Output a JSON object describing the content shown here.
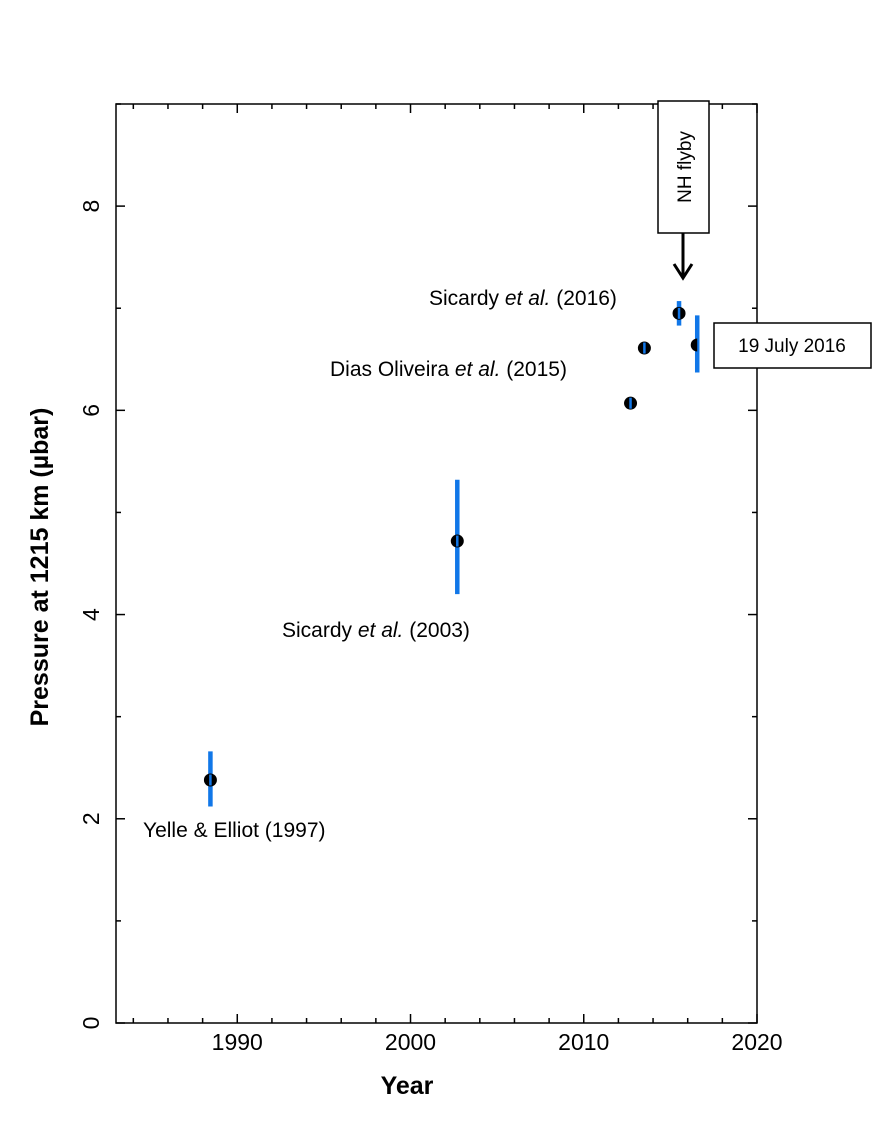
{
  "chart_data": {
    "type": "scatter",
    "xlabel": "Year",
    "ylabel": "Pressure at 1215 km (µbar)",
    "xlim": [
      1983,
      2020
    ],
    "ylim": [
      0,
      9
    ],
    "xticks": [
      1990,
      2000,
      2010,
      2020
    ],
    "yticks": [
      0,
      2,
      4,
      6,
      8
    ],
    "xtick_labels": [
      "1990",
      "2000",
      "2010",
      "2020"
    ],
    "ytick_labels": [
      "0",
      "2",
      "4",
      "6",
      "8"
    ],
    "grid": false,
    "colors": {
      "marker": "#000000",
      "error_bar": "#1177e8",
      "axis": "#000000"
    },
    "points": [
      {
        "x": 1988.45,
        "y": 2.38,
        "err_low": 0.26,
        "err_high": 0.28
      },
      {
        "x": 2002.7,
        "y": 4.72,
        "err_low": 0.52,
        "err_high": 0.6
      },
      {
        "x": 2012.7,
        "y": 6.07,
        "err_low": 0.04,
        "err_high": 0.04
      },
      {
        "x": 2013.5,
        "y": 6.61,
        "err_low": 0.03,
        "err_high": 0.03
      },
      {
        "x": 2015.5,
        "y": 6.95,
        "err_low": 0.12,
        "err_high": 0.12
      },
      {
        "x": 2016.55,
        "y": 6.64,
        "err_low": 0.27,
        "err_high": 0.29,
        "marker": "half"
      }
    ],
    "annotations": [
      {
        "id": "yelle",
        "pre": "Yelle & Elliot (1997)",
        "italic": "",
        "post": ""
      },
      {
        "id": "sicardy2003",
        "pre": "Sicardy ",
        "italic": "et al.",
        "post": " (2003)"
      },
      {
        "id": "dias",
        "pre": "Dias Oliveira ",
        "italic": "et al.",
        "post": " (2015)"
      },
      {
        "id": "sicardy2016",
        "pre": "Sicardy ",
        "italic": "et al.",
        "post": " (2016)"
      }
    ],
    "flyby": {
      "label": "NH flyby",
      "x": 2015.54
    },
    "date_box": {
      "label": "19 July 2016"
    }
  }
}
